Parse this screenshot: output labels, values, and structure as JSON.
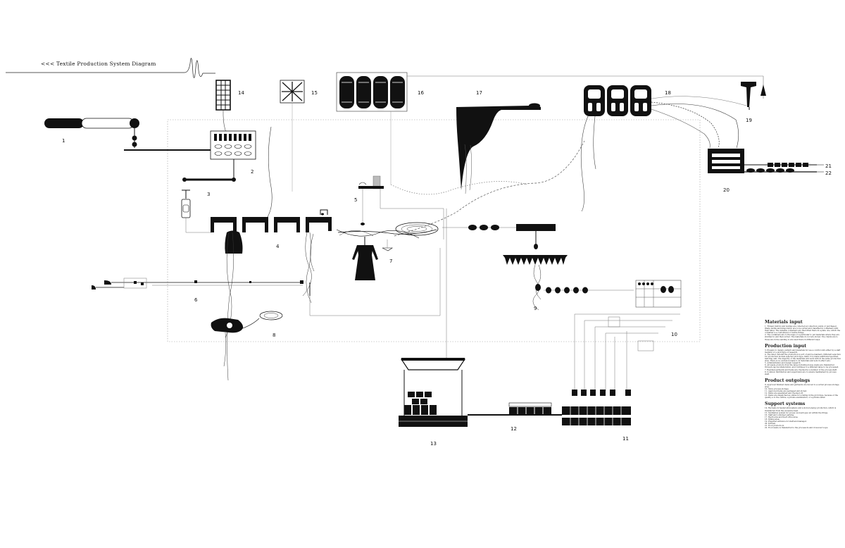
{
  "title": "<<< Textile Production System Diagram",
  "numbers": [
    "1",
    "2",
    "3",
    "4",
    "5",
    "6",
    "7",
    "8",
    "9",
    "10",
    "11",
    "12",
    "13",
    "14",
    "15",
    "16",
    "17",
    "18",
    "19",
    "20",
    "21",
    "22"
  ],
  "legend": [
    {
      "heading": "Materials input",
      "items": [
        "1. Thread, fabrics and textiles are collected at collection points or purchased. Waste textile and kings fabric are to be sorted and classified in containers with their label. The valuable containers are then filled there in a plate one, which the container is a customized or textile things.",
        "2. The containers are to the bags or a particular to put materials where they are shuttled to and then sorted. The materials do not are stored. The clients are to those are in the sending to are used there in different ways."
      ]
    },
    {
      "heading": "Production input",
      "items": [
        "3. Prepare to design, pattern and materials for use a control unit either by a staff member or a prototype of research.",
        "4. The inner call and the production is sort of and be manners. Different selection for production models selected prototype, fabric it is made additional specified, tailoring unit. The majority of the materials will work with in the same production area. There is no exclusion made to in materials and sets in effect sets.",
        "5. Administration and design research.",
        "6. All waste products from the large including house waste are transferred through cap-recollaboration, and continues to a different large to be processed.",
        "7. Residual garments and items are checked by a number of the process staff.",
        "8. Common distribution and supervision are to ensure maintained by process staff."
      ]
    },
    {
      "heading": "Product outgoings",
      "items": [
        "9. Approved finished items and garments are moved to a sorted process storage area.",
        "10. Store process storage.",
        "11. Approved items are packaged and stored.",
        "12. Items are assembled and checked off.",
        "13. Items are dispatched as online for a listing in the prototype, because of the quality, a to the outline, a private examination, or a private seller."
      ]
    },
    {
      "heading": "Support systems",
      "items": [
        "14. Recreate in heated atmosphere and a stored energy production, which is transferred from the excessive heat.",
        "15. Ventilation system for excess on-board gas out within the fridge.",
        "16. Staff and volunteer parking.",
        "17. Restrooms and their office area.",
        "18. Dining area.",
        "19. Prepared entrance for staff and manager.",
        "20. Kitchen.",
        "21. Food products in.",
        "22. Food waste is transferred to the processors and crossover loops."
      ]
    }
  ]
}
